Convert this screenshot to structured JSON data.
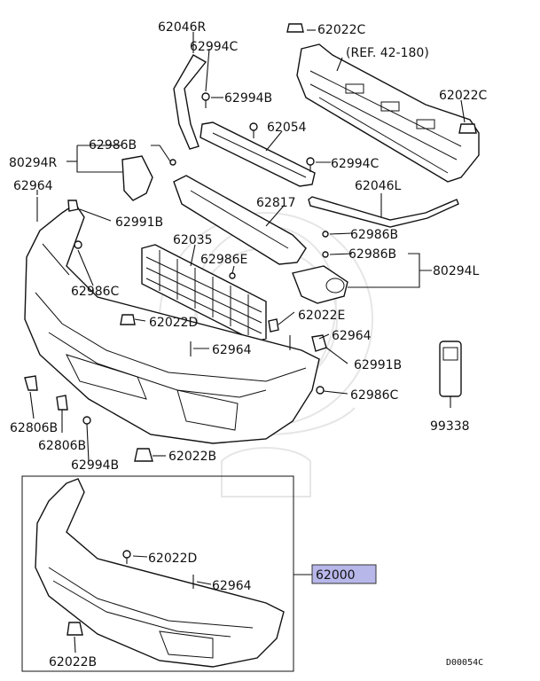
{
  "labels": {
    "p62046R": "62046R",
    "p62022C_top": "62022C",
    "p62994C_top": "62994C",
    "ref": "(REF. 42-180)",
    "p62994B_top": "62994B",
    "p62022C_right": "62022C",
    "p62054": "62054",
    "p62986B_left": "62986B",
    "p80294R": "80294R",
    "p62994C_mid": "62994C",
    "p62964_left": "62964",
    "p62046L": "62046L",
    "p62817": "62817",
    "p62991B_left": "62991B",
    "p62035": "62035",
    "p62986B_r1": "62986B",
    "p62986E": "62986E",
    "p62986B_r2": "62986B",
    "p80294L": "80294L",
    "p62986C_left": "62986C",
    "p62022D_top": "62022D",
    "p62022E": "62022E",
    "p62964_mid": "62964",
    "p62964_right": "62964",
    "p62991B_right": "62991B",
    "p62986C_right": "62986C",
    "p62806B_a": "62806B",
    "p62806B_b": "62806B",
    "p99338": "99338",
    "p62994B_bottom": "62994B",
    "p62022B_top": "62022B",
    "p62022D_bottom": "62022D",
    "p62964_bottom": "62964",
    "p62000": "62000",
    "p62022B_bottom": "62022B",
    "code": "D00054C"
  },
  "colors": {
    "highlight": "#b7b7ea",
    "line": "#111111",
    "watermark": "#e6e6e6"
  }
}
